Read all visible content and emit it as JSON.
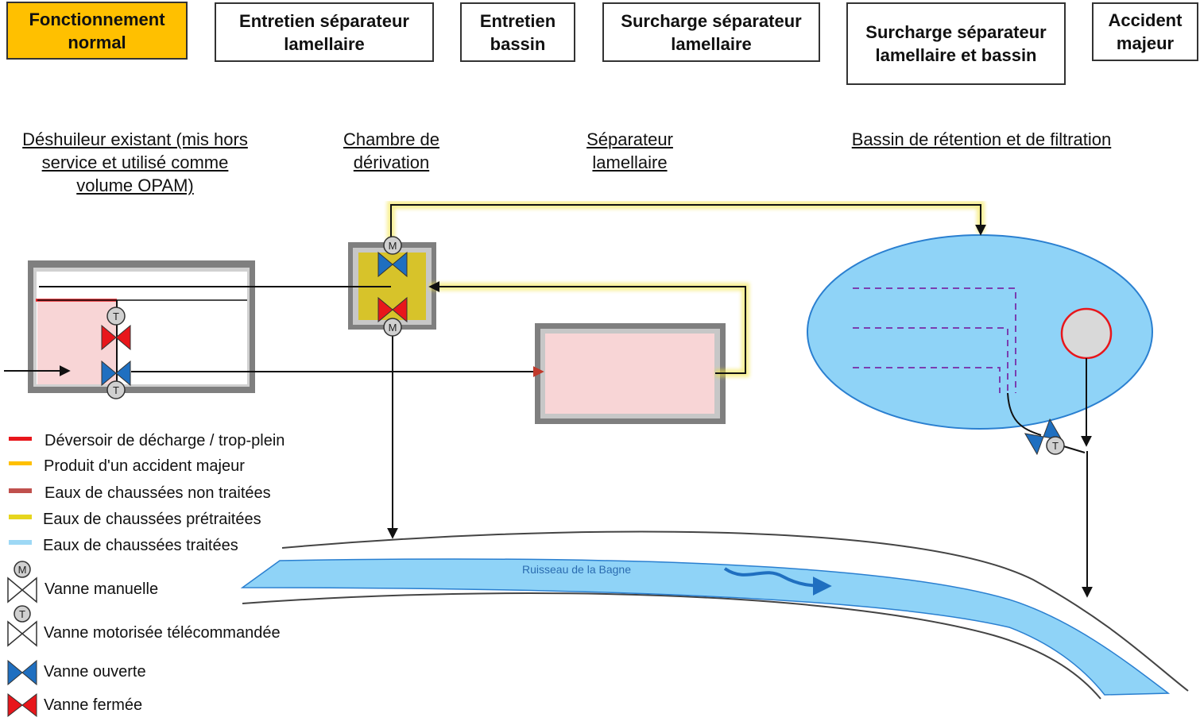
{
  "tabs": [
    {
      "label": "Fonctionnement normal",
      "active": true
    },
    {
      "label": "Entretien séparateur lamellaire",
      "active": false
    },
    {
      "label": "Entretien bassin",
      "active": false
    },
    {
      "label": "Surcharge séparateur lamellaire",
      "active": false
    },
    {
      "label": "Surcharge séparateur lamellaire et bassin",
      "active": false
    },
    {
      "label": "Accident majeur",
      "active": false
    }
  ],
  "captions": {
    "deshuileur": "Déshuileur existant (mis hors service et utilisé comme volume OPAM)",
    "chambre": "Chambre de dérivation",
    "separateur": "Séparateur lamellaire",
    "bassin": "Bassin de rétention et de filtration"
  },
  "river_label": "Ruisseau  de la Bagne",
  "valve_letters": {
    "manual": "M",
    "motorized": "T"
  },
  "legend": [
    {
      "label": "Déversoir de décharge / trop-plein",
      "color": "#e8161b"
    },
    {
      "label": "Produit d'un accident majeur",
      "color": "#ffc000"
    },
    {
      "label": "Eaux de chaussées non traitées",
      "color": "#c0504d"
    },
    {
      "label": "Eaux de chaussées prétraitées",
      "color": "#e6d51e"
    },
    {
      "label": "Eaux de chaussées traitées",
      "color": "#9dd8f5"
    },
    {
      "label": "Vanne manuelle",
      "icon": "manual-valve-icon"
    },
    {
      "label": "Vanne motorisée télécommandée",
      "icon": "motorized-valve-icon"
    },
    {
      "label": "Vanne ouverte",
      "icon": "open-valve-icon",
      "color": "#1f6fc0"
    },
    {
      "label": "Vanne fermée",
      "icon": "closed-valve-icon",
      "color": "#e8161b"
    }
  ],
  "colors": {
    "active_tab": "#ffc000",
    "basin_fill": "#8fd3f7",
    "basin_stroke": "#2a7fd0",
    "untreated_fill": "#f8d5d6",
    "pretreated": "#e6d51e",
    "treated_glow": "#bfe8fb",
    "filter_dash": "#7a3fb0"
  }
}
